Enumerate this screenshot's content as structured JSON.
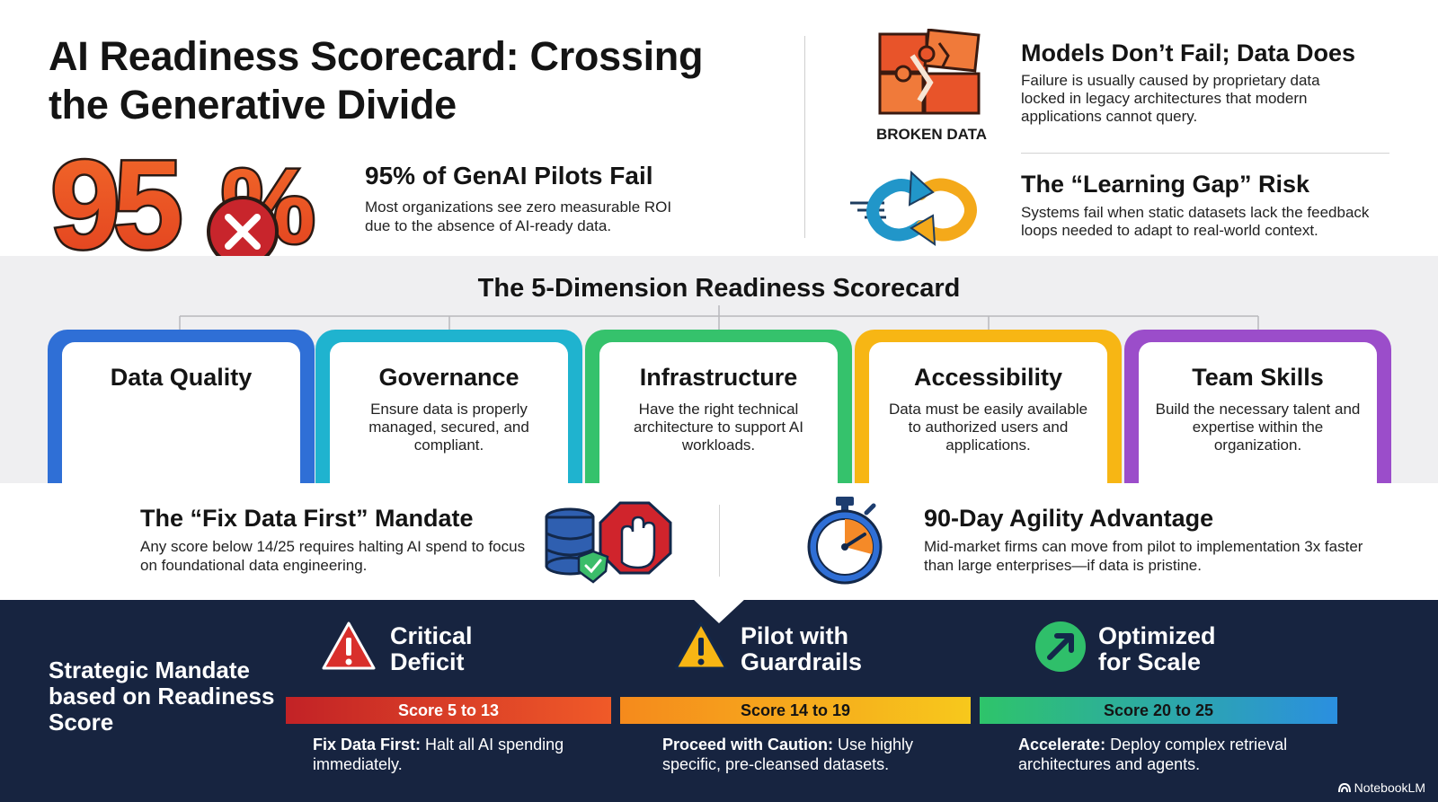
{
  "title": "AI Readiness Scorecard: Crossing the Generative Divide",
  "hero_stat": {
    "value": "95",
    "percent_sign": "%",
    "heading": "95% of GenAI Pilots Fail",
    "description": "Most organizations see zero measurable ROI due to the absence of AI-ready data."
  },
  "right_points": [
    {
      "icon_label": "BROKEN DATA",
      "heading": "Models Don’t Fail; Data Does",
      "description": "Failure is usually caused by proprietary data locked in legacy architectures that modern applications cannot query."
    },
    {
      "heading": "The “Learning Gap” Risk",
      "description": "Systems fail when static datasets lack the feedback loops needed to adapt to real-world context."
    }
  ],
  "scorecard": {
    "title": "The 5-Dimension Readiness Scorecard",
    "dimensions": [
      {
        "title": "Data Quality",
        "description": "",
        "color": "#2f6fd6"
      },
      {
        "title": "Governance",
        "description": "Ensure data is properly managed, secured, and compliant.",
        "color": "#1fb3cf"
      },
      {
        "title": "Infrastructure",
        "description": "Have the right technical architecture to support AI workloads.",
        "color": "#35c26c"
      },
      {
        "title": "Accessibility",
        "description": "Data must be easily available to authorized users and applications.",
        "color": "#f7b614"
      },
      {
        "title": "Team Skills",
        "description": "Build the necessary talent and expertise within the organization.",
        "color": "#9b4dca"
      }
    ]
  },
  "mandate": {
    "heading": "The “Fix Data First” Mandate",
    "description": "Any score below 14/25 requires halting AI spend to focus on foundational data engineering."
  },
  "agility": {
    "heading": "90-Day Agility Advantage",
    "description": "Mid-market firms can move from pilot to implementation 3x faster than large enterprises—if data is pristine."
  },
  "strategic": {
    "title": "Strategic Mandate based on Readiness Score",
    "tiers": [
      {
        "heading_line1": "Critical",
        "heading_line2": "Deficit",
        "score": "Score 5 to 13",
        "desc_bold": "Fix Data First:",
        "desc_rest": " Halt all AI spending immediately.",
        "icon": "warning-triangle-red"
      },
      {
        "heading_line1": "Pilot with",
        "heading_line2": "Guardrails",
        "score": "Score 14 to 19",
        "desc_bold": "Proceed with Caution:",
        "desc_rest": " Use highly specific, pre-cleansed datasets.",
        "icon": "warning-triangle-yellow"
      },
      {
        "heading_line1": "Optimized",
        "heading_line2": "for Scale",
        "score": "Score 20 to 25",
        "desc_bold": "Accelerate:",
        "desc_rest": " Deploy complex retrieval architectures and agents.",
        "icon": "arrow-up-right-circle"
      }
    ]
  },
  "brand": "NotebookLM"
}
